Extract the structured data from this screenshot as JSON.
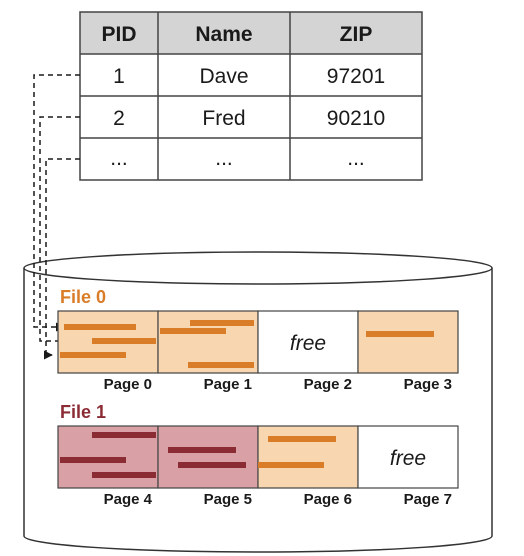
{
  "table": {
    "headers": [
      "PID",
      "Name",
      "ZIP"
    ],
    "rows": [
      [
        "1",
        "Dave",
        "97201"
      ],
      [
        "2",
        "Fred",
        "90210"
      ],
      [
        "...",
        "...",
        "..."
      ]
    ]
  },
  "files": [
    {
      "label": "File 0",
      "color": "#d97d28",
      "pages": [
        {
          "label": "Page 0",
          "free": false
        },
        {
          "label": "Page 1",
          "free": false
        },
        {
          "label": "Page 2",
          "free": true,
          "free_text": "free"
        },
        {
          "label": "Page 3",
          "free": false
        }
      ]
    },
    {
      "label": "File 1",
      "color": "#8b2c35",
      "pages": [
        {
          "label": "Page 4",
          "free": false
        },
        {
          "label": "Page 5",
          "free": false
        },
        {
          "label": "Page 6",
          "free": false
        },
        {
          "label": "Page 7",
          "free": true,
          "free_text": "free"
        }
      ]
    }
  ],
  "colors": {
    "header_fill": "#d4d4d4",
    "orange_page": "#f8d6b0",
    "orange_bar": "#d97d28",
    "red_page": "#d9a0a6",
    "red_bar": "#8b2c35",
    "outline": "#333333"
  }
}
